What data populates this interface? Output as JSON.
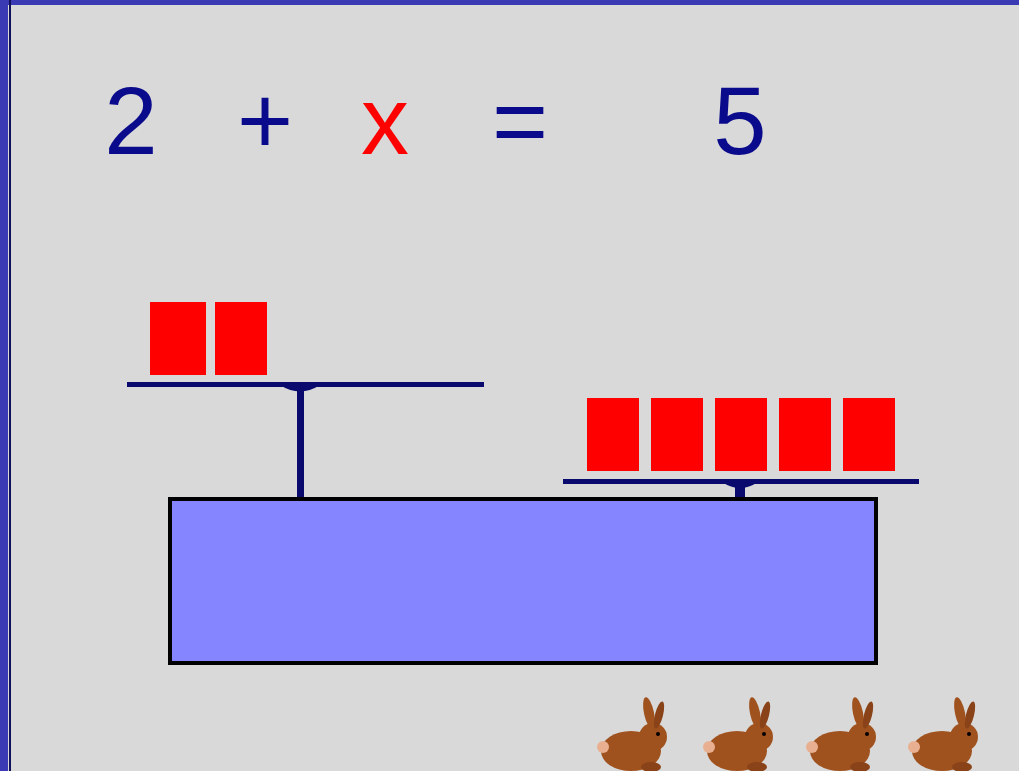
{
  "diagram": {
    "labels": [
      "2",
      "+",
      "x",
      "=",
      "5"
    ]
  }
}
